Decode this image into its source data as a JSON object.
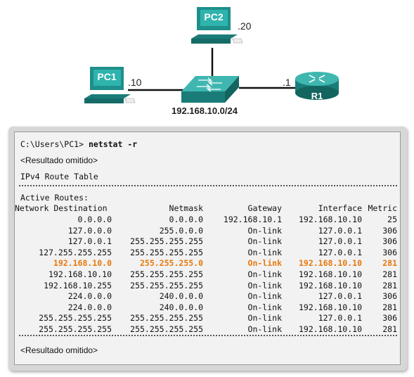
{
  "topology": {
    "pc1": {
      "label": "PC1",
      "addr": ".10"
    },
    "pc2": {
      "label": "PC2",
      "addr": ".20"
    },
    "router": {
      "label": "R1",
      "addr": ".1"
    },
    "network": "192.168.10.0/24"
  },
  "console": {
    "prompt": "C:\\Users\\PC1> ",
    "command": "netstat -r",
    "omitted": "<Resultado omitido>",
    "table_title": "IPv4 Route Table",
    "active_routes": "Active Routes:",
    "headers": [
      "Network Destination",
      "Netmask",
      "Gateway",
      "Interface",
      "Metric"
    ],
    "routes": [
      {
        "dest": "0.0.0.0",
        "mask": "0.0.0.0",
        "gw": "192.168.10.1",
        "iface": "192.168.10.10",
        "metric": "25",
        "highlight": false
      },
      {
        "dest": "127.0.0.0",
        "mask": "255.0.0.0",
        "gw": "On-link",
        "iface": "127.0.0.1",
        "metric": "306",
        "highlight": false
      },
      {
        "dest": "127.0.0.1",
        "mask": "255.255.255.255",
        "gw": "On-link",
        "iface": "127.0.0.1",
        "metric": "306",
        "highlight": false
      },
      {
        "dest": "127.255.255.255",
        "mask": "255.255.255.255",
        "gw": "On-link",
        "iface": "127.0.0.1",
        "metric": "306",
        "highlight": false
      },
      {
        "dest": "192.168.10.0",
        "mask": "255.255.255.0",
        "gw": "On-link",
        "iface": "192.168.10.10",
        "metric": "281",
        "highlight": true
      },
      {
        "dest": "192.168.10.10",
        "mask": "255.255.255.255",
        "gw": "On-link",
        "iface": "192.168.10.10",
        "metric": "281",
        "highlight": false
      },
      {
        "dest": "192.168.10.255",
        "mask": "255.255.255.255",
        "gw": "On-link",
        "iface": "192.168.10.10",
        "metric": "281",
        "highlight": false
      },
      {
        "dest": "224.0.0.0",
        "mask": "240.0.0.0",
        "gw": "On-link",
        "iface": "127.0.0.1",
        "metric": "306",
        "highlight": false
      },
      {
        "dest": "224.0.0.0",
        "mask": "240.0.0.0",
        "gw": "On-link",
        "iface": "192.168.10.10",
        "metric": "281",
        "highlight": false
      },
      {
        "dest": "255.255.255.255",
        "mask": "255.255.255.255",
        "gw": "On-link",
        "iface": "127.0.0.1",
        "metric": "306",
        "highlight": false
      },
      {
        "dest": "255.255.255.255",
        "mask": "255.255.255.255",
        "gw": "On-link",
        "iface": "192.168.10.10",
        "metric": "281",
        "highlight": false
      }
    ]
  },
  "colors": {
    "device_teal": "#1f9a94",
    "highlight": "#e8780c"
  }
}
